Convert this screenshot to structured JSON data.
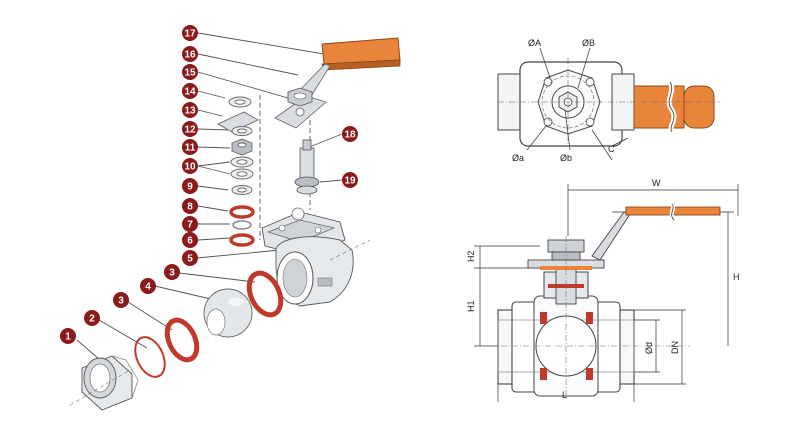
{
  "colors": {
    "badge": "#8b1a1a",
    "handle": "#e8853a",
    "seal": "#c0392b",
    "metal": "#d9dde2",
    "metal_dark": "#8a9096",
    "line": "#555555"
  },
  "callouts": [
    {
      "label": "1"
    },
    {
      "label": "2"
    },
    {
      "label": "3"
    },
    {
      "label": "4"
    },
    {
      "label": "3"
    },
    {
      "label": "5"
    },
    {
      "label": "6"
    },
    {
      "label": "7"
    },
    {
      "label": "8"
    },
    {
      "label": "9"
    },
    {
      "label": "10"
    },
    {
      "label": "11"
    },
    {
      "label": "12"
    },
    {
      "label": "13"
    },
    {
      "label": "14"
    },
    {
      "label": "15"
    },
    {
      "label": "16"
    },
    {
      "label": "17"
    },
    {
      "label": "18"
    },
    {
      "label": "19"
    }
  ],
  "top_view": {
    "labels": {
      "phi_A": "ØA",
      "phi_B": "ØB",
      "phi_a": "Øa",
      "phi_b": "Øb",
      "C": "C"
    }
  },
  "front_view": {
    "labels": {
      "W": "W",
      "H": "H",
      "H1": "H1",
      "H2": "H2",
      "L": "L",
      "phi_d": "Ød",
      "DN": "DN"
    }
  }
}
